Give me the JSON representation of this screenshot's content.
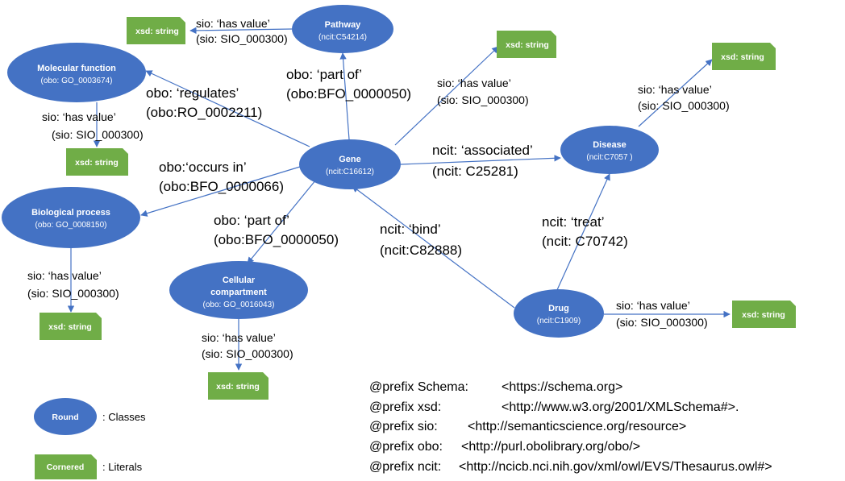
{
  "colors": {
    "class": "#4472c4",
    "literal": "#70ad47",
    "edge": "#4472c4",
    "text": "#000000"
  },
  "nodes": {
    "pathway": {
      "title": "Pathway",
      "id": "(ncit:C54214)"
    },
    "molecular_function": {
      "title": "Molecular function",
      "id": "(obo: GO_0003674)"
    },
    "gene": {
      "title": "Gene",
      "id": "(ncit:C16612)"
    },
    "disease": {
      "title": "Disease",
      "id": "(ncit:C7057 )"
    },
    "biological_process": {
      "title": "Biological process",
      "id": "(obo: GO_0008150)"
    },
    "cellular_compartment": {
      "title1": "Cellular",
      "title2": "compartment",
      "id": "(obo: GO_0016043)"
    },
    "drug": {
      "title": "Drug",
      "id": "(ncit:C1909)"
    }
  },
  "literal_text": "xsd: string",
  "edges": {
    "pathway_value": {
      "line1": "sio: ‘has value’",
      "line2": "(sio: SIO_000300)"
    },
    "gene_value": {
      "line1": "sio: ‘has value’",
      "line2": "(sio: SIO_000300)"
    },
    "disease_value": {
      "line1": "sio: ‘has value’",
      "line2": "(sio: SIO_000300)"
    },
    "mf_value": {
      "line1": "sio: ‘has value’",
      "line2": "(sio: SIO_000300)"
    },
    "bp_value": {
      "line1": "sio: ‘has value’",
      "line2": "(sio: SIO_000300)"
    },
    "cc_value": {
      "line1": "sio: ‘has value’",
      "line2": "(sio: SIO_000300)"
    },
    "drug_value": {
      "line1": "sio: ‘has value’",
      "line2": "(sio: SIO_000300)"
    },
    "part_of_pathway": {
      "line1": "obo: ‘part of’",
      "line2": "(obo:BFO_0000050)"
    },
    "regulates": {
      "line1": "obo: ‘regulates’",
      "line2": "(obo:RO_0002211)"
    },
    "occurs_in": {
      "line1": "obo:‘occurs in’",
      "line2": "(obo:BFO_0000066)"
    },
    "part_of_cc": {
      "line1": "obo: ‘part of’",
      "line2": "(obo:BFO_0000050)"
    },
    "associated": {
      "line1": "ncit: ‘associated’",
      "line2": "(ncit: C25281)"
    },
    "bind": {
      "line1": "ncit: ‘bind’",
      "line2": "(ncit:C82888)"
    },
    "treat": {
      "line1": "ncit: ‘treat’",
      "line2": "(ncit: C70742)"
    }
  },
  "legend": {
    "round_label": "Round",
    "round_desc": ": Classes",
    "cornered_label": "Cornered",
    "cornered_desc": ": Literals"
  },
  "prefixes": [
    {
      "name": "@prefix Schema:",
      "uri": "<https://schema.org>"
    },
    {
      "name": "@prefix xsd:",
      "uri": "<http://www.w3.org/2001/XMLSchema#>."
    },
    {
      "name": "@prefix sio:",
      "uri": "<http://semanticscience.org/resource>"
    },
    {
      "name": "@prefix obo:",
      "uri": "<http://purl.obolibrary.org/obo/>"
    },
    {
      "name": "@prefix ncit:",
      "uri": "<http://ncicb.nci.nih.gov/xml/owl/EVS/Thesaurus.owl#>"
    }
  ]
}
